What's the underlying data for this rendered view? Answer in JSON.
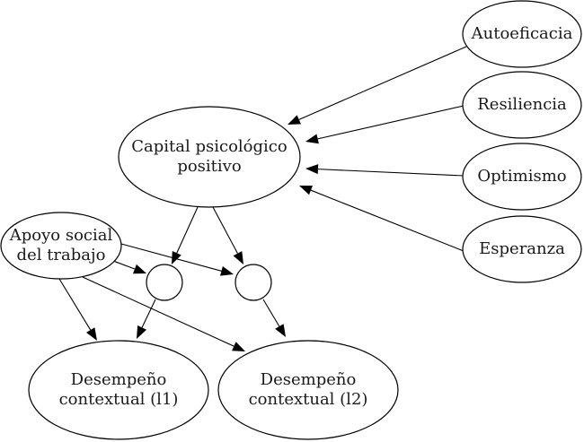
{
  "diagram": {
    "type": "path-model",
    "nodes": [
      {
        "id": "autoeficacia",
        "shape": "ellipse",
        "lines": [
          "Autoeficacia"
        ]
      },
      {
        "id": "resiliencia",
        "shape": "ellipse",
        "lines": [
          "Resiliencia"
        ]
      },
      {
        "id": "optimismo",
        "shape": "ellipse",
        "lines": [
          "Optimismo"
        ]
      },
      {
        "id": "esperanza",
        "shape": "ellipse",
        "lines": [
          "Esperanza"
        ]
      },
      {
        "id": "capital",
        "shape": "ellipse",
        "lines": [
          "Capital psicológico",
          "positivo"
        ]
      },
      {
        "id": "apoyo",
        "shape": "ellipse",
        "lines": [
          "Apoyo social",
          "del trabajo"
        ]
      },
      {
        "id": "interaccion1",
        "shape": "circle",
        "lines": []
      },
      {
        "id": "interaccion2",
        "shape": "circle",
        "lines": []
      },
      {
        "id": "desempeno1",
        "shape": "ellipse",
        "lines": [
          "Desempeño",
          "contextual (l1)"
        ]
      },
      {
        "id": "desempeno2",
        "shape": "ellipse",
        "lines": [
          "Desempeño",
          "contextual (l2)"
        ]
      }
    ],
    "edges": [
      {
        "from": "autoeficacia",
        "to": "capital"
      },
      {
        "from": "resiliencia",
        "to": "capital"
      },
      {
        "from": "optimismo",
        "to": "capital"
      },
      {
        "from": "esperanza",
        "to": "capital"
      },
      {
        "from": "capital",
        "to": "interaccion1"
      },
      {
        "from": "capital",
        "to": "interaccion2"
      },
      {
        "from": "apoyo",
        "to": "interaccion1"
      },
      {
        "from": "apoyo",
        "to": "interaccion2"
      },
      {
        "from": "apoyo",
        "to": "desempeno1"
      },
      {
        "from": "apoyo",
        "to": "desempeno2"
      },
      {
        "from": "interaccion1",
        "to": "desempeno1"
      },
      {
        "from": "interaccion2",
        "to": "desempeno2"
      }
    ],
    "colors": {
      "stroke": "#000000",
      "text": "#1a1a1a",
      "background": "#ffffff"
    }
  }
}
